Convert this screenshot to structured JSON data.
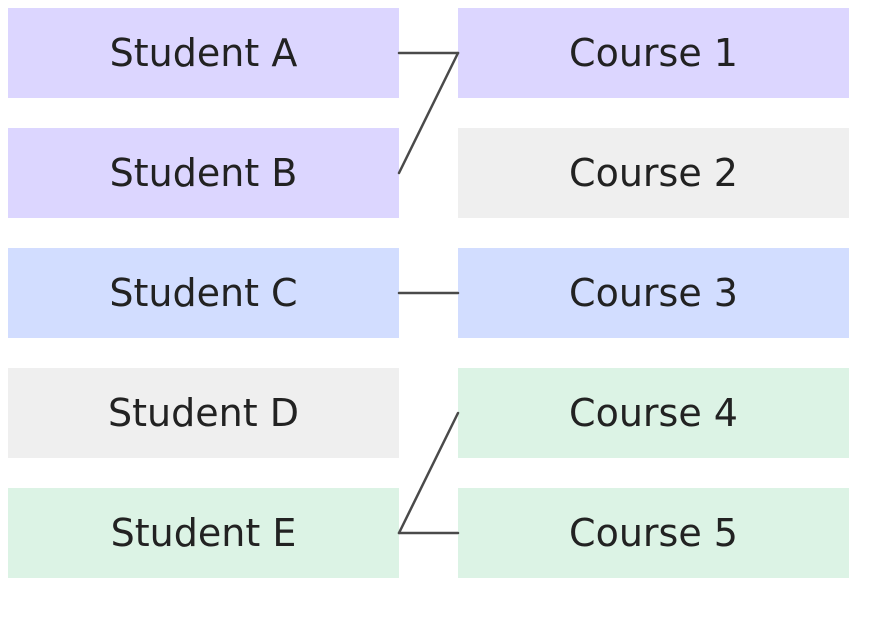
{
  "students": [
    {
      "label": "Student A",
      "color": "#dcd6ff"
    },
    {
      "label": "Student B",
      "color": "#dcd6ff"
    },
    {
      "label": "Student C",
      "color": "#d2ddff"
    },
    {
      "label": "Student D",
      "color": "#efefef"
    },
    {
      "label": "Student E",
      "color": "#dcf3e5"
    }
  ],
  "courses": [
    {
      "label": "Course 1",
      "color": "#dcd6ff"
    },
    {
      "label": "Course 2",
      "color": "#efefef"
    },
    {
      "label": "Course 3",
      "color": "#d2ddff"
    },
    {
      "label": "Course 4",
      "color": "#dcf3e5"
    },
    {
      "label": "Course 5",
      "color": "#dcf3e5"
    }
  ],
  "links": [
    {
      "student": "Student A",
      "course": "Course 1"
    },
    {
      "student": "Student B",
      "course": "Course 1"
    },
    {
      "student": "Student C",
      "course": "Course 3"
    },
    {
      "student": "Student E",
      "course": "Course 4"
    },
    {
      "student": "Student E",
      "course": "Course 5"
    }
  ],
  "line_color": "#4a4a4a"
}
